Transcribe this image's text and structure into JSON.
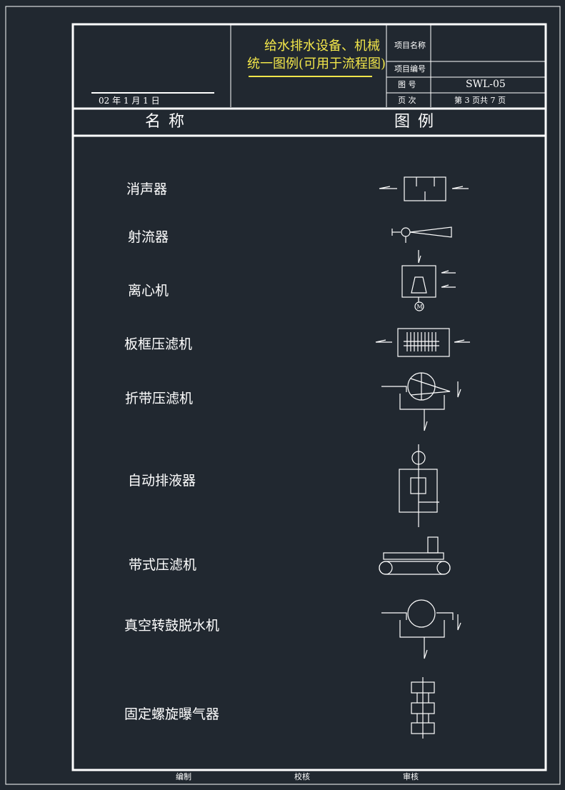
{
  "title": {
    "line1": "给水排水设备、机械",
    "line2": "统一图例(可用于流程图)"
  },
  "info": {
    "project_name_label": "项目名称",
    "project_no_label": "项目编号",
    "drawing_no_label": "图  号",
    "drawing_no_value": "SWL-05",
    "page_label": "页  次",
    "page_value": "第 3 页共 7 页"
  },
  "date": "02 年  1   月  1   日",
  "headers": {
    "name": "名   称",
    "legend": "图   例"
  },
  "items": [
    {
      "name": "消声器",
      "symbol": "muffler-symbol"
    },
    {
      "name": "射流器",
      "symbol": "ejector-symbol"
    },
    {
      "name": "离心机",
      "symbol": "centrifuge-symbol"
    },
    {
      "name": "板框压滤机",
      "symbol": "plate-frame-filter-press-symbol"
    },
    {
      "name": "折带压滤机",
      "symbol": "folding-belt-filter-press-symbol"
    },
    {
      "name": "自动排液器",
      "symbol": "automatic-drainer-symbol"
    },
    {
      "name": "带式压滤机",
      "symbol": "belt-filter-press-symbol"
    },
    {
      "name": "真空转鼓脱水机",
      "symbol": "vacuum-drum-dewaterer-symbol"
    },
    {
      "name": "固定螺旋曝气器",
      "symbol": "fixed-spiral-aerator-symbol"
    }
  ],
  "signatures": {
    "drafted": "编制",
    "checked": "校核",
    "approved": "审核"
  },
  "colors": {
    "background": "#212830",
    "line": "#ffffff",
    "title": "#f2e64a"
  }
}
